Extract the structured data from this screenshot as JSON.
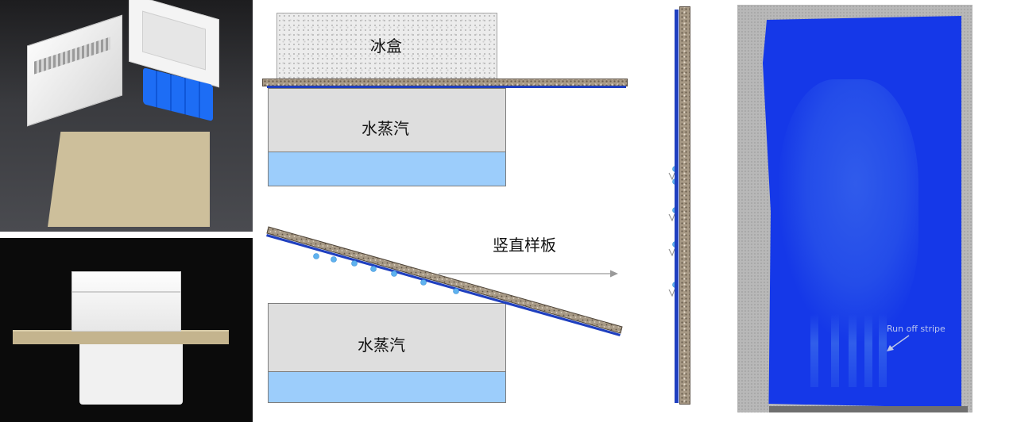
{
  "diagram": {
    "ice_box_label": "冰盒",
    "steam_label_top": "水蒸汽",
    "steam_label_bottom": "水蒸汽",
    "vertical_panel_label": "竖直样板"
  },
  "photos": {
    "panel_annotation": "Run off stripe"
  },
  "colors": {
    "water": "#9ccdfb",
    "steam_box": "#dedede",
    "substrate_blue": "#1f3fbf",
    "panel_blue": "#1538e8",
    "droplet": "#5fb2ef"
  }
}
